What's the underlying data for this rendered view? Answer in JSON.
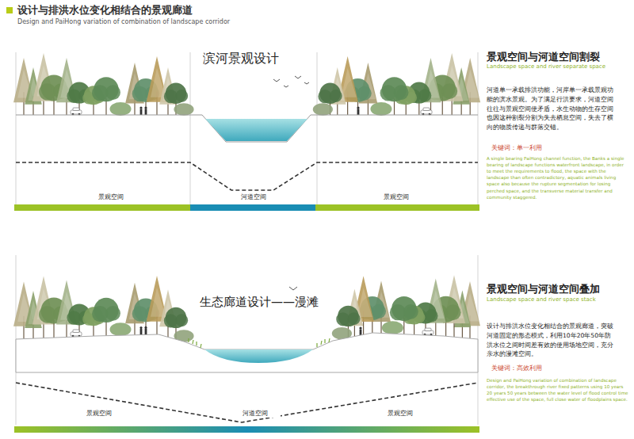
{
  "diagram": {
    "title": "设计与排洪水位变化相结合的景观廊道",
    "labels": [
      "Design and PaiHong variation of combination of landscape corridor",
      "滨河景观设计",
      "景观空间",
      "河道空间",
      "景观空间",
      "景观空间与河道空间割裂",
      "Landscape space and river separate space",
      "河道单一承载排洪功能，河岸单一承载景观功能的滨水景观。为了满足行洪要求，河道空间往往与景观空间使矛盾，水生动物的生存空间也因这种割裂分割为失去栖息空间，失去了横向的物质传递与群落交错。",
      "关键词：单一利用",
      "A single bearing PaiHong channel function, the Banks a single bearing of landscape functions waterfront landscape, in order to meet the requirements to flood, the space with the landscape than often contradictory, aquatic animals living space also because the rupture segmentation for losing perched space, and the transverse material transfer and community staggered.",
      "生态廊道设计——漫滩",
      "景观空间",
      "河道空间",
      "景观空间",
      "景观空间与河道空间叠加",
      "Landscape space and river space stack",
      "设计与排洪水位变化相结合的景观廊道，突破河道固定的形态模式，利用10年20年50年防洪水位之间时间差有效的使用场地空间，充分亲水的漫滩空间。",
      "关键词：高效利用",
      "Design and PaiHong variation of combination of landscape corridor, the breakthrough river fixed patterns using 10 years 20 years 50 years between the water level of flood control time effective use of the space, full close water of floodplains space."
    ]
  }
}
